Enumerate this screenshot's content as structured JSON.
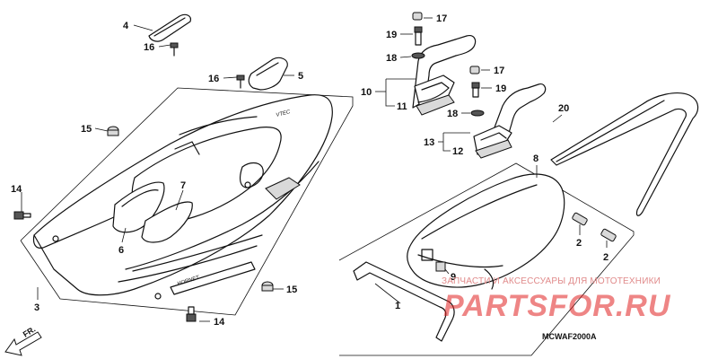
{
  "diagram": {
    "code": "MCWAF2000A",
    "front_arrow_label": "FR.",
    "badge_text": "VTEC",
    "callouts": {
      "p1": "1",
      "p2a": "2",
      "p2b": "2",
      "p3": "3",
      "p4": "4",
      "p5": "5",
      "p6": "6",
      "p7": "7",
      "p8": "8",
      "p9": "9",
      "p10": "10",
      "p11": "11",
      "p12": "12",
      "p13": "13",
      "p14a": "14",
      "p14b": "14",
      "p15a": "15",
      "p15b": "15",
      "p16a": "16",
      "p16b": "16",
      "p17a": "17",
      "p17b": "17",
      "p18a": "18",
      "p18b": "18",
      "p19a": "19",
      "p19b": "19",
      "p20": "20"
    }
  },
  "watermark": {
    "text": "ЗАПЧАСТИ И АКСЕССУАРЫ ДЛЯ МОТОТЕХНИКИ",
    "logo": "PARTSFOR.RU"
  }
}
